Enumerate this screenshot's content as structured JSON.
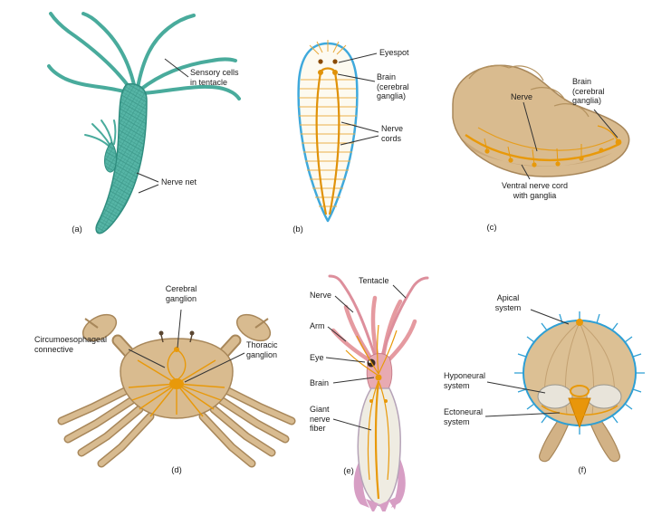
{
  "colors": {
    "hydra_teal": "#4fb3a4",
    "hydra_dark": "#2f8d7f",
    "nerve_orange": "#e8990a",
    "body_tan": "#d9bb8f",
    "body_tan_dark": "#a8875a",
    "outline_blue": "#2e9fd4",
    "planaria_blue": "#3fa9dc",
    "squid_pink": "#e59aa0",
    "squid_skirt": "#d79ec4",
    "label_text": "#1a1a1a"
  },
  "panels": {
    "a": {
      "organism": "hydra",
      "caption": "(a)",
      "labels": {
        "sensory": "Sensory cells\nin tentacle",
        "nerve_net": "Nerve net"
      }
    },
    "b": {
      "organism": "planarian",
      "caption": "(b)",
      "labels": {
        "eyespot": "Eyespot",
        "brain": "Brain\n(cerebral\nganglia)",
        "nerve_cords": "Nerve\ncords"
      }
    },
    "c": {
      "organism": "segmented worm",
      "caption": "(c)",
      "labels": {
        "nerve": "Nerve",
        "brain": "Brain\n(cerebral\nganglia)",
        "ventral": "Ventral nerve cord\nwith ganglia"
      }
    },
    "d": {
      "organism": "crab",
      "caption": "(d)",
      "labels": {
        "cerebral": "Cerebral\nganglion",
        "circum": "Circumoesophageal\nconnective",
        "thoracic": "Thoracic\nganglion"
      }
    },
    "e": {
      "organism": "squid",
      "caption": "(e)",
      "labels": {
        "tentacle": "Tentacle",
        "nerve": "Nerve",
        "arm": "Arm",
        "eye": "Eye",
        "brain": "Brain",
        "giant": "Giant\nnerve\nfiber"
      }
    },
    "f": {
      "organism": "echinoderm",
      "caption": "(f)",
      "labels": {
        "apical": "Apical\nsystem",
        "hyponeural": "Hyponeural\nsystem",
        "ectoneural": "Ectoneural\nsystem"
      }
    }
  }
}
